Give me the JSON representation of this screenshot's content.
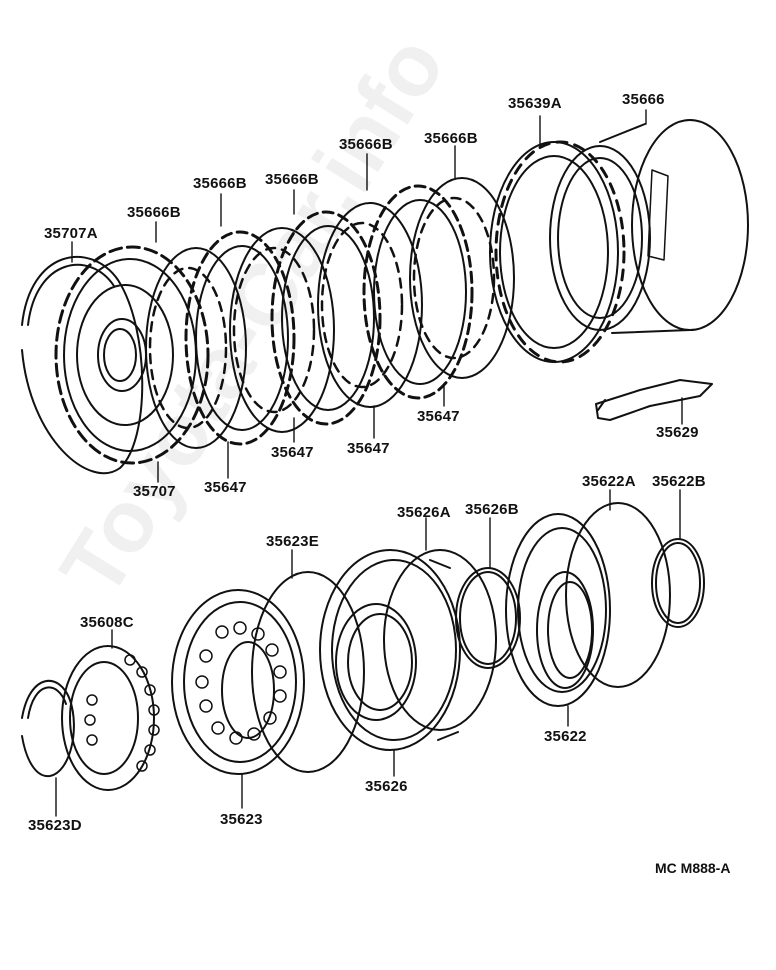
{
  "diagram": {
    "reference_code": "MC  M888-A",
    "watermark": "Toyota-Car.info",
    "labels": [
      {
        "id": "lbl-35639a",
        "text": "35639A"
      },
      {
        "id": "lbl-35666",
        "text": "35666"
      },
      {
        "id": "lbl-35666b-1",
        "text": "35666B"
      },
      {
        "id": "lbl-35666b-2",
        "text": "35666B"
      },
      {
        "id": "lbl-35666b-3",
        "text": "35666B"
      },
      {
        "id": "lbl-35666b-4",
        "text": "35666B"
      },
      {
        "id": "lbl-35666b-5",
        "text": "35666B"
      },
      {
        "id": "lbl-35707a",
        "text": "35707A"
      },
      {
        "id": "lbl-35707",
        "text": "35707"
      },
      {
        "id": "lbl-35647-1",
        "text": "35647"
      },
      {
        "id": "lbl-35647-2",
        "text": "35647"
      },
      {
        "id": "lbl-35647-3",
        "text": "35647"
      },
      {
        "id": "lbl-35647-4",
        "text": "35647"
      },
      {
        "id": "lbl-35629",
        "text": "35629"
      },
      {
        "id": "lbl-35626a",
        "text": "35626A"
      },
      {
        "id": "lbl-35626b",
        "text": "35626B"
      },
      {
        "id": "lbl-35622a",
        "text": "35622A"
      },
      {
        "id": "lbl-35622b",
        "text": "35622B"
      },
      {
        "id": "lbl-35623e",
        "text": "35623E"
      },
      {
        "id": "lbl-35608c",
        "text": "35608C"
      },
      {
        "id": "lbl-35622",
        "text": "35622"
      },
      {
        "id": "lbl-35626",
        "text": "35626"
      },
      {
        "id": "lbl-35623",
        "text": "35623"
      },
      {
        "id": "lbl-35623d",
        "text": "35623D"
      }
    ]
  }
}
